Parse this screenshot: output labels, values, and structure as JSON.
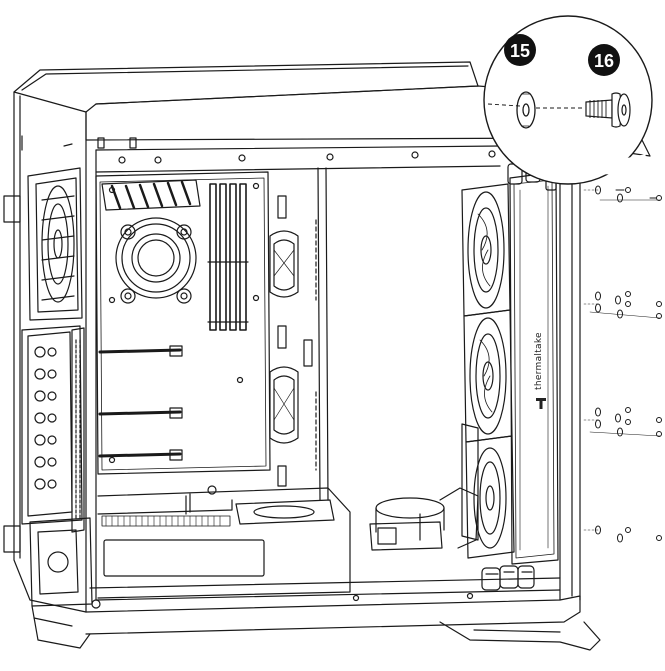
{
  "parts": [
    {
      "id": "washer",
      "number": "15",
      "description_icon": "washer-icon"
    },
    {
      "id": "screw",
      "number": "16",
      "description_icon": "thumb-screw-icon"
    }
  ],
  "brand": {
    "name": "thermaltake",
    "logo_icon": "tt-logo-icon"
  },
  "colors": {
    "line": "#1a1a1a",
    "badge": "#111111",
    "background": "#ffffff"
  }
}
